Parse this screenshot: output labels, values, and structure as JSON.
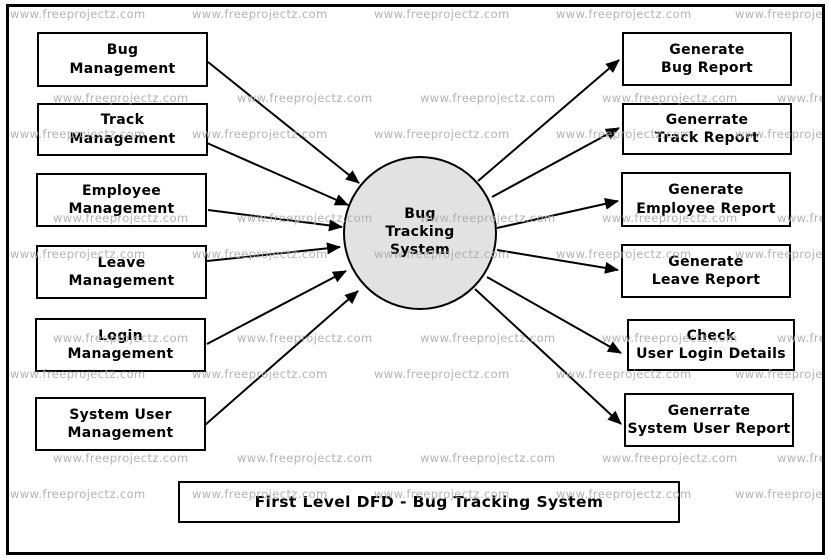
{
  "title": "First Level DFD - Bug Tracking System",
  "watermark": {
    "text": "www.freeprojectz.com"
  },
  "process": {
    "label": "Bug\nTracking\nSystem"
  },
  "external_entities": [
    {
      "label": "Bug\nManagement"
    },
    {
      "label": "Track\nManagement"
    },
    {
      "label": "Employee\nManagement"
    },
    {
      "label": "Leave\nManagement"
    },
    {
      "label": "Login\nManagement"
    },
    {
      "label": "System User\nManagement"
    }
  ],
  "outputs": [
    {
      "label": "Generate\nBug Report"
    },
    {
      "label": "Generrate\nTrack Report"
    },
    {
      "label": "Generate\nEmployee Report"
    },
    {
      "label": "Generate\nLeave Report"
    },
    {
      "label": "Check\nUser Login Details"
    },
    {
      "label": "Generrate\nSystem User Report"
    }
  ],
  "colors": {
    "line": "#000000",
    "process_fill": "#e2e2e2",
    "box_fill": "#ffffff",
    "watermark": "#acacac"
  }
}
